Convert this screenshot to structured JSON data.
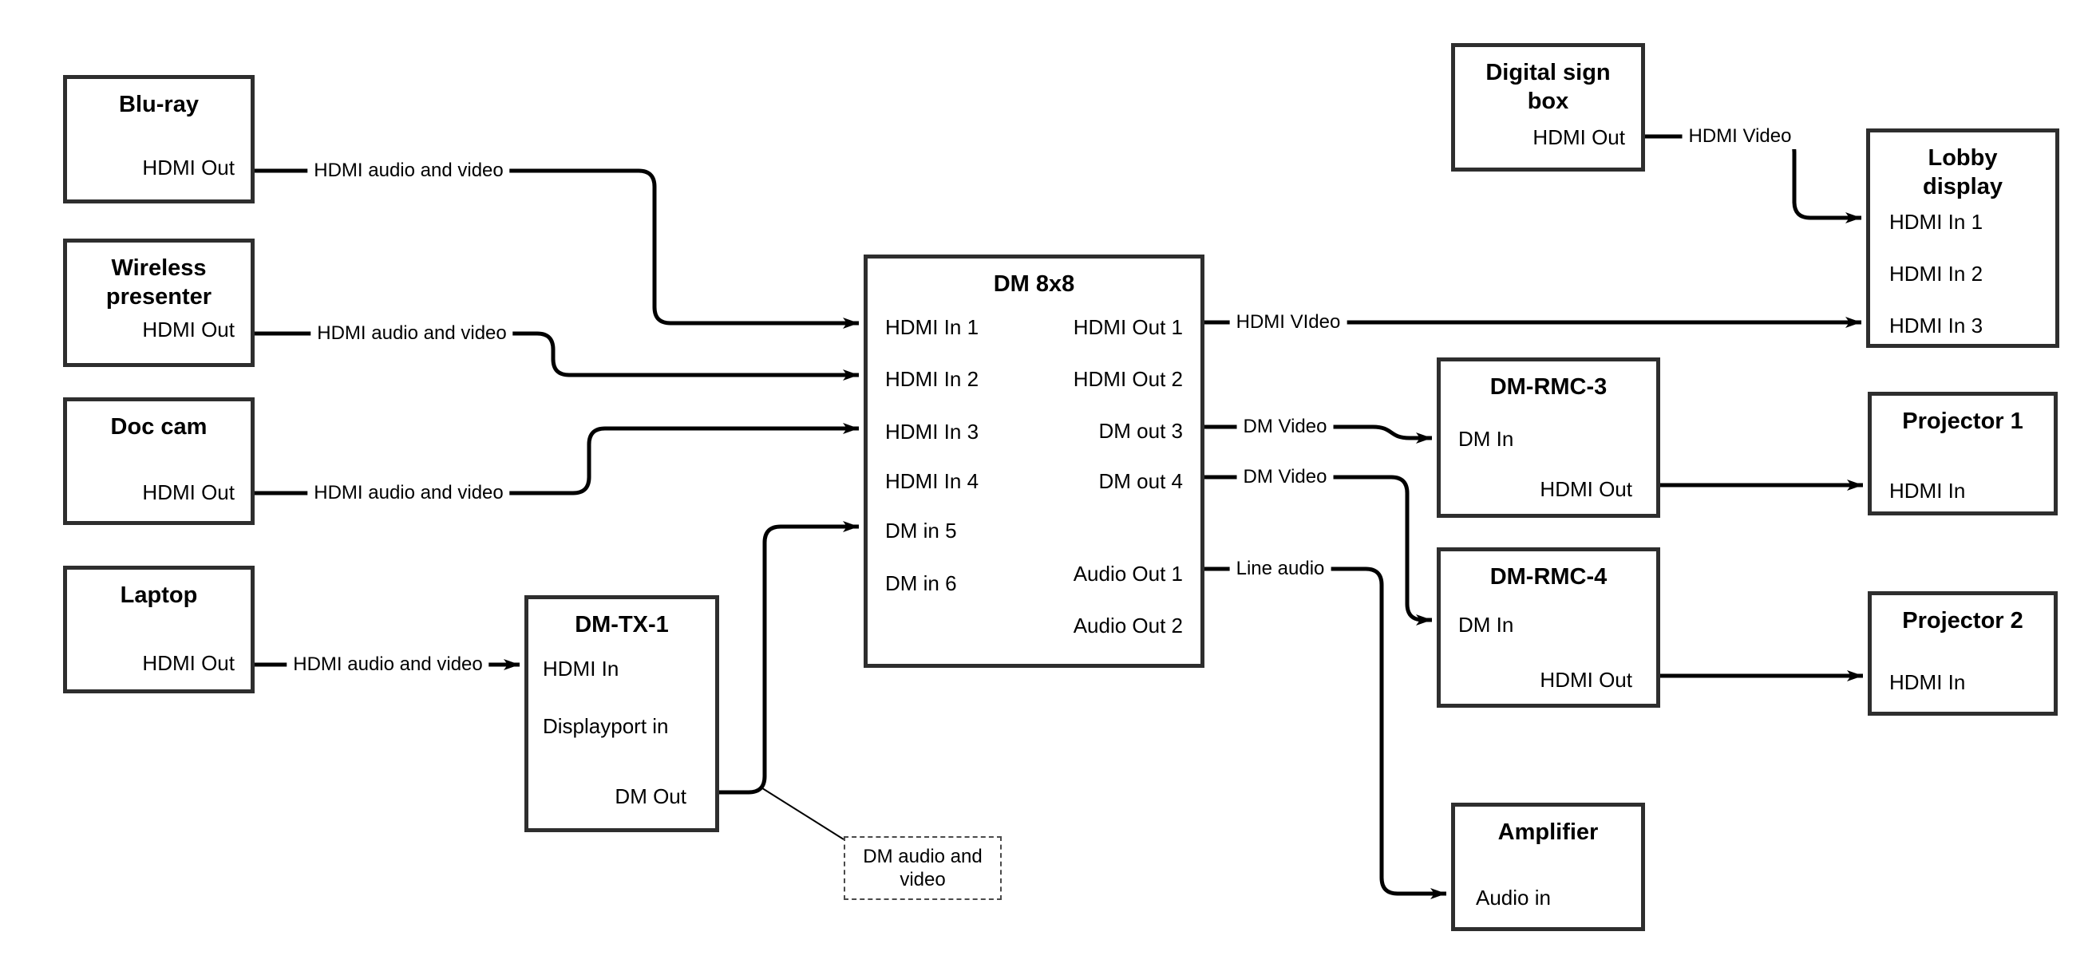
{
  "nodes": {
    "bluray": {
      "title": "Blu-ray",
      "ports": {
        "hdmi_out": "HDMI Out"
      }
    },
    "wireless_presenter": {
      "title": "Wireless presenter",
      "ports": {
        "hdmi_out": "HDMI Out"
      }
    },
    "doc_cam": {
      "title": "Doc cam",
      "ports": {
        "hdmi_out": "HDMI Out"
      }
    },
    "laptop": {
      "title": "Laptop",
      "ports": {
        "hdmi_out": "HDMI Out"
      }
    },
    "dm_tx_1": {
      "title": "DM-TX-1",
      "ports": {
        "hdmi_in": "HDMI In",
        "displayport_in": "Displayport in",
        "dm_out": "DM Out"
      }
    },
    "dm_8x8": {
      "title": "DM 8x8",
      "ports": {
        "hdmi_in_1": "HDMI In 1",
        "hdmi_in_2": "HDMI In 2",
        "hdmi_in_3": "HDMI In 3",
        "hdmi_in_4": "HDMI In 4",
        "dm_in_5": "DM in 5",
        "dm_in_6": "DM in 6",
        "hdmi_out_1": "HDMI Out 1",
        "hdmi_out_2": "HDMI Out 2",
        "dm_out_3": "DM out 3",
        "dm_out_4": "DM out 4",
        "audio_out_1": "Audio Out 1",
        "audio_out_2": "Audio Out 2"
      }
    },
    "digital_sign_box": {
      "title": "Digital sign box",
      "ports": {
        "hdmi_out": "HDMI Out"
      }
    },
    "lobby_display": {
      "title": "Lobby display",
      "ports": {
        "hdmi_in_1": "HDMI In 1",
        "hdmi_in_2": "HDMI In 2",
        "hdmi_in_3": "HDMI In 3"
      }
    },
    "dm_rmc_3": {
      "title": "DM-RMC-3",
      "ports": {
        "dm_in": "DM In",
        "hdmi_out": "HDMI Out"
      }
    },
    "dm_rmc_4": {
      "title": "DM-RMC-4",
      "ports": {
        "dm_in": "DM In",
        "hdmi_out": "HDMI Out"
      }
    },
    "projector_1": {
      "title": "Projector 1",
      "ports": {
        "hdmi_in": "HDMI In"
      }
    },
    "projector_2": {
      "title": "Projector 2",
      "ports": {
        "hdmi_in": "HDMI In"
      }
    },
    "amplifier": {
      "title": "Amplifier",
      "ports": {
        "audio_in": "Audio in"
      }
    }
  },
  "edge_labels": {
    "bluray_to_dm8x8": "HDMI audio and video",
    "wireless_to_dm8x8": "HDMI audio and video",
    "doccam_to_dm8x8": "HDMI audio and video",
    "laptop_to_dmtx1": "HDMI audio and video",
    "dm8x8_out1_to_lobby": "HDMI VIdeo",
    "sign_to_lobby": "HDMI Video",
    "dm8x8_out3_to_rmc3": "DM Video",
    "dm8x8_out4_to_rmc4": "DM Video",
    "dm8x8_audio1_to_amp": "Line audio"
  },
  "callout": {
    "text": "DM audio and video"
  },
  "colors": {
    "line": "#000000",
    "node_border": "#2e2e2e",
    "background": "#ffffff",
    "text": "#000000"
  }
}
